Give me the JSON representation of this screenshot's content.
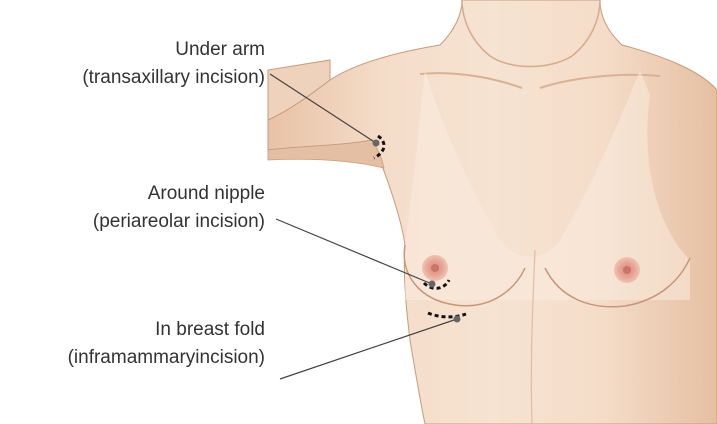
{
  "callouts": [
    {
      "title": "Under arm",
      "subtitle": "(transaxillary incision)",
      "marker": "incision-marker"
    },
    {
      "title": "Around nipple",
      "subtitle": "(periareolar incision)",
      "marker": "incision-marker"
    },
    {
      "title": "In breast fold",
      "subtitle": "(inframammaryincision)",
      "marker": "incision-marker"
    }
  ],
  "colors": {
    "skin": "#f2d6c0",
    "skin_shadow": "#e3b79a",
    "areola": "#e29a8c",
    "leader_line": "#444444",
    "text": "#333333",
    "incision": "#111111"
  }
}
